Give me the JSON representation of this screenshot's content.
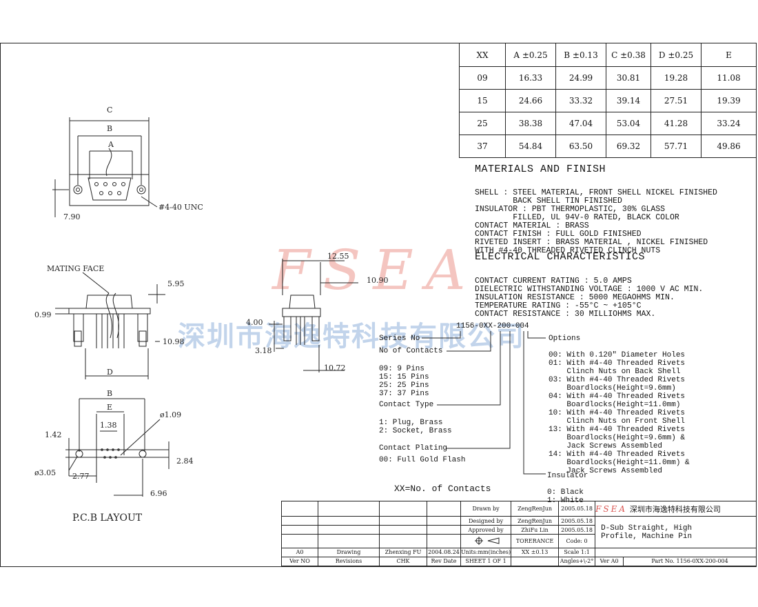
{
  "table": {
    "headers": [
      "XX",
      "A ±0.25",
      "B ±0.13",
      "C ±0.38",
      "D ±0.25",
      "E"
    ],
    "rows": [
      [
        "09",
        "16.33",
        "24.99",
        "30.81",
        "19.28",
        "11.08"
      ],
      [
        "15",
        "24.66",
        "33.32",
        "39.14",
        "27.51",
        "19.39"
      ],
      [
        "25",
        "38.38",
        "47.04",
        "53.04",
        "41.28",
        "33.24"
      ],
      [
        "37",
        "54.84",
        "63.50",
        "69.32",
        "57.71",
        "49.86"
      ]
    ]
  },
  "materials": {
    "heading": "MATERIALS AND FINISH",
    "lines": [
      "SHELL : STEEL MATERIAL, FRONT SHELL NICKEL FINISHED",
      "        BACK SHELL TIN FINISHED",
      "INSULATOR : PBT THERMOPLASTIC, 30% GLASS",
      "        FILLED, UL 94V-0 RATED, BLACK COLOR",
      "CONTACT MATERIAL : BRASS",
      "CONTACT FINISH : FULL GOLD FINISHED",
      "RIVETED INSERT : BRASS MATERIAL , NICKEL FINISHED",
      "WITH #4-40 THREADED RIVETED CLINCH NUTS"
    ]
  },
  "electrical": {
    "heading": "ELECTRICAL CHARACTERISTICS",
    "lines": [
      "CONTACT CURRENT RATING : 5.0 AMPS",
      "DIELECTRIC WITHSTANDING VOLTAGE : 1000 V AC MIN.",
      "INSULATION RESISTANCE : 5000 MEGAOHMS MIN.",
      "TEMPERATURE RATING : -55°C ~ +105°C",
      "CONTACT RESISTANCE : 30 MILLIOHMS MAX."
    ]
  },
  "part_number": {
    "code": "1156-0XX-200-004",
    "series": "Series No",
    "contacts_title": "No of Contacts",
    "contacts": [
      "09: 9 Pins",
      "15: 15 Pins",
      "25: 25 Pins",
      "37: 37 Pins"
    ],
    "type_title": "Contact Type",
    "types": [
      "1: Plug, Brass",
      "2: Socket, Brass"
    ],
    "plating_title": "Contact Plating",
    "platings": [
      "00: Full Gold Flash"
    ],
    "options_title": "Options",
    "options": [
      "00: With 0.120\" Diameter Holes",
      "01: With #4-40 Threaded Rivets",
      "    Clinch Nuts on Back Shell",
      "03: With #4-40 Threaded Rivets",
      "    Boardlocks(Height=9.6mm)",
      "04: With #4-40 Threaded Rivets",
      "    Boardlocks(Height=11.0mm)",
      "10: With #4-40 Threaded Rivets",
      "    Clinch Nuts on Front Shell",
      "13: With #4-40 Threaded Rivets",
      "    Boardlocks(Height=9.6mm) &",
      "    Jack Screws Assembled",
      "14: With #4-40 Threaded Rivets",
      "    Boardlocks(Height=11.0mm) &",
      "    Jack Screws Assembled"
    ],
    "insulator_title": "Insulator",
    "insulators": [
      "0: Black",
      "1: White"
    ],
    "xx_note": "XX=No. of Contacts"
  },
  "drawing_labels": {
    "c": "C",
    "b": "B",
    "a": "A",
    "unc": "#4-40 UNC",
    "d790": "7.90",
    "mating": "MATING FACE",
    "d595": "5.95",
    "d099": "0.99",
    "d1098": "10.98",
    "d": "D",
    "d1255": "12.55",
    "d1090": "10.90",
    "d400": "4.00",
    "d318": "3.18",
    "d1072": "10.72",
    "pcb_b": "B",
    "pcb_e": "E",
    "d138": "1.38",
    "phi109": "ø1.09",
    "d142": "1.42",
    "phi305": "ø3.05",
    "d277": "2.77",
    "d284": "2.84",
    "d696": "6.96",
    "pcb_layout": "P.C.B LAYOUT"
  },
  "watermark": {
    "fsea": "FSEA",
    "company": "深圳市海逸特科技有限公司"
  },
  "title_block": {
    "drawn_label": "Drawn   by",
    "drawn_name": "ZengRenJun",
    "drawn_date": "2005.05.18",
    "designed_label": "Designed by",
    "designed_name": "ZengRenJun",
    "designed_date": "2005.05.18",
    "approved_label": "Approved by",
    "approved_name": "ZhiFu Lin",
    "approved_date": "2005.05.18",
    "tolerance_label": "TORERANCE",
    "tolerance_value": "XX  ±0.13",
    "code": "Code:  0",
    "scale": "Scale 1:1",
    "angles": "Angles+\\-2°",
    "units": "Units:mm(inches)",
    "sheet": "SHEET 1 OF 1",
    "rev_a0": "A0",
    "rev_drawing": "Drawing",
    "rev_name": "Zhenxing FU",
    "rev_date": "2004.08.24",
    "ver_no": "Ver NO",
    "revisions": "Revisions",
    "chk": "CHK",
    "rev_date_label": "Rev Date",
    "logo": "FSEA",
    "company": "深圳市海逸特科技有限公司",
    "title": "D-Sub Straight, High Profile, Machine Pin",
    "ver": "Ver A0",
    "part_no": "Part No. 1156-0XX-200-004"
  }
}
